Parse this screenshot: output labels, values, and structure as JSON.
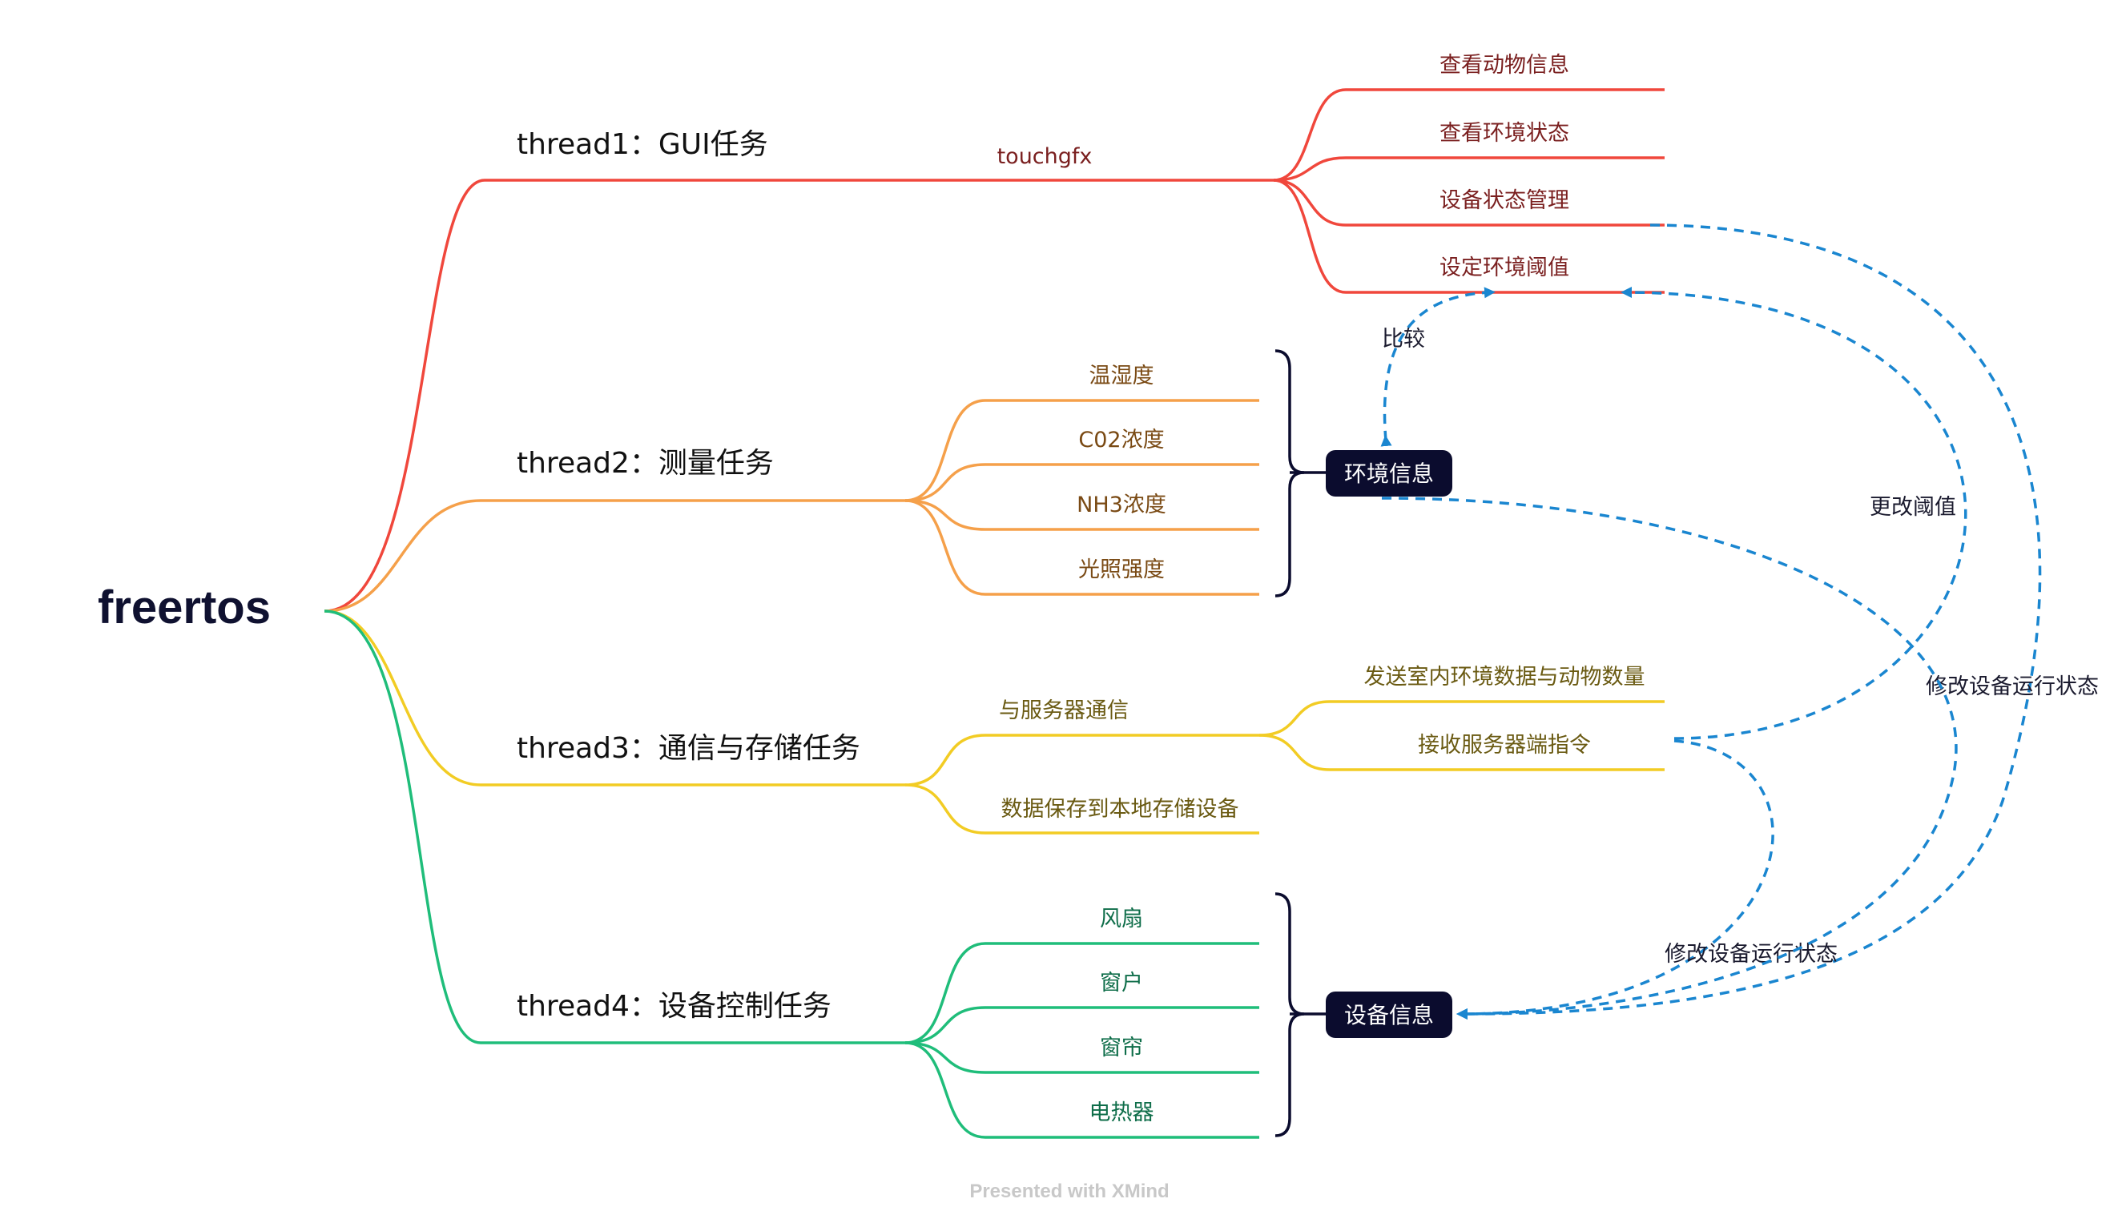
{
  "root": {
    "label": "freertos"
  },
  "colors": {
    "thread1": "#f0473c",
    "thread2": "#f5a04a",
    "thread3": "#f2cc24",
    "thread4": "#1fbd7a",
    "thread1_text": "#7a1f1f",
    "thread2_text": "#7a4a14",
    "thread3_text": "#6a5a12",
    "thread4_text": "#0f6e4a",
    "summary_box": "#0b0c2e",
    "relation": "#1a86d0"
  },
  "threads": [
    {
      "label": "thread1：GUI任务",
      "branch_label": "touchgfx",
      "children": [
        "查看动物信息",
        "查看环境状态",
        "设备状态管理",
        "设定环境阈值"
      ]
    },
    {
      "label": "thread2：测量任务",
      "children": [
        "温湿度",
        "C02浓度",
        "NH3浓度",
        "光照强度"
      ],
      "summary": "环境信息"
    },
    {
      "label": "thread3：通信与存储任务",
      "children": [
        {
          "label": "与服务器通信",
          "children": [
            "发送室内环境数据与动物数量",
            "接收服务器端指令"
          ]
        },
        {
          "label": "数据保存到本地存储设备"
        }
      ]
    },
    {
      "label": "thread4：设备控制任务",
      "children": [
        "风扇",
        "窗户",
        "窗帘",
        "电热器"
      ],
      "summary": "设备信息"
    }
  ],
  "relationships": [
    {
      "from": "环境信息",
      "to": "设定环境阈值",
      "label": "比较"
    },
    {
      "from": "接收服务器端指令",
      "to": "设定环境阈值",
      "label": "更改阈值"
    },
    {
      "from": "设备状态管理",
      "to": "设备信息",
      "label": "修改设备运行状态"
    },
    {
      "from": "接收服务器端指令",
      "to": "设备信息",
      "label": "修改设备运行状态"
    },
    {
      "from": "环境信息",
      "to": "设备信息",
      "label": ""
    }
  ],
  "footer": "Presented with XMind"
}
